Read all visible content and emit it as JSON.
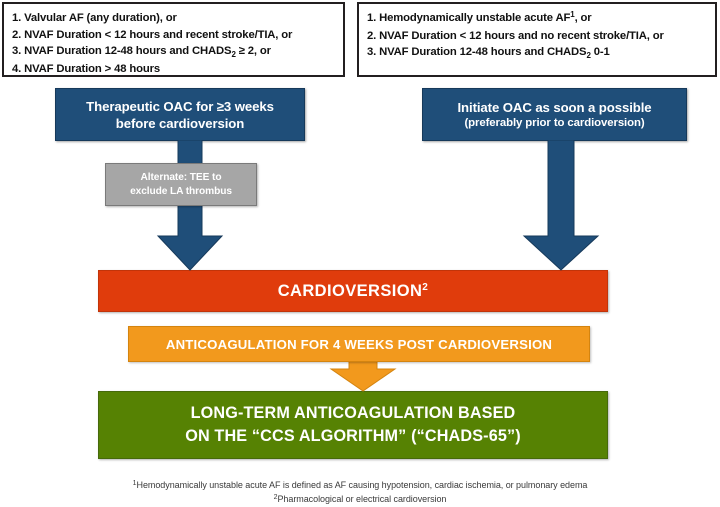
{
  "diagram": {
    "title": "Atrial Fibrillation Cardioversion Anticoagulation Algorithm",
    "colors": {
      "blue": "#1f4e79",
      "gray": "#a6a6a6",
      "red": "#e03c0c",
      "orange": "#f2991d",
      "green": "#568203",
      "border_black": "#231f20",
      "text_white": "#ffffff"
    }
  },
  "left_criteria": {
    "name": "left-criteria-box",
    "lines": [
      "1. Valvular AF (any duration), or",
      "2. NVAF Duration < 12 hours and recent stroke/TIA, or",
      "3. NVAF Duration 12-48 hours and CHADS₂ ≥ 2, or",
      "4. NVAF Duration > 48 hours"
    ]
  },
  "right_criteria": {
    "name": "right-criteria-box",
    "lines": [
      "1. Hemodynamically unstable acute AF¹, or",
      "2. NVAF Duration < 12 hours and no recent stroke/TIA, or",
      "3. NVAF Duration 12-48 hours and CHADS₂ 0-1"
    ]
  },
  "left_action": {
    "name": "therapeutic-oac-box",
    "line1": "Therapeutic OAC for ≥3 weeks",
    "line2": "before cardioversion"
  },
  "right_action": {
    "name": "initiate-oac-box",
    "line1": "Initiate OAC as soon a possible",
    "line2": "(preferably prior to cardioversion)"
  },
  "alternate": {
    "name": "alternate-tee-box",
    "line1": "Alternate: TEE to",
    "line2": "exclude LA thrombus"
  },
  "cardioversion": {
    "name": "cardioversion-box",
    "label": "CARDIOVERSION",
    "footnote_marker": "2"
  },
  "anticoagulation": {
    "name": "anticoagulation-4-weeks-box",
    "label": "ANTICOAGULATION FOR 4 WEEKS POST CARDIOVERSION"
  },
  "long_term": {
    "name": "long-term-anticoagulation-box",
    "line1": "LONG-TERM ANTICOAGULATION BASED",
    "line2": "ON THE “CCS ALGORITHM” (“CHADS-65”)"
  },
  "footnotes": {
    "one_marker": "1",
    "one_text": "Hemodynamically unstable acute AF is defined as AF causing hypotension, cardiac ischemia, or pulmonary edema",
    "two_marker": "2",
    "two_text": "Pharmacological or electrical cardioversion"
  }
}
